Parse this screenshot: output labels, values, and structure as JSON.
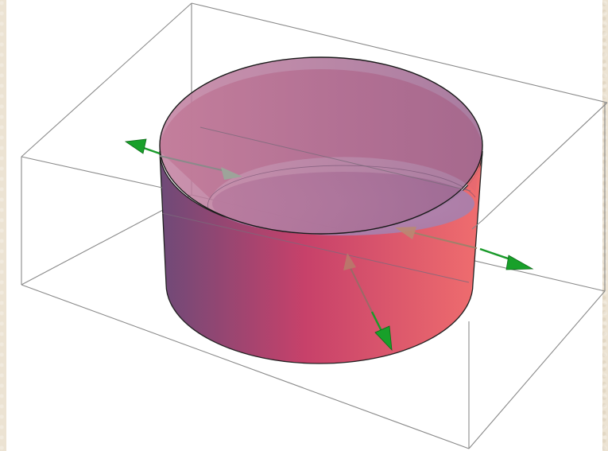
{
  "scene": {
    "description_hidden": "",
    "box_color": "#808080",
    "cylinder_side_left_color": "#6f4b78",
    "cylinder_side_mid_color": "#c9466a",
    "cylinder_side_right_color": "#ee6a6c",
    "cylinder_top_left_color": "#c27a9c",
    "cylinder_top_right_color": "#9a6690",
    "cylinder_base_color": "#b186b3",
    "arrow_color": "#1a9a2a",
    "arrow_tip_inner_color": "#9fb69a",
    "icons": [
      "normal-vector-arrow",
      "normal-vector-arrow",
      "normal-vector-arrow"
    ]
  }
}
